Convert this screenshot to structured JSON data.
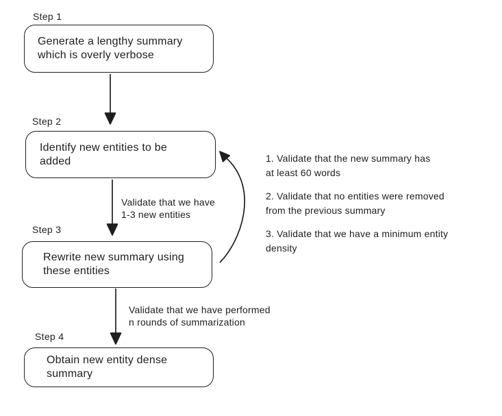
{
  "diagram": {
    "colors": {
      "stroke": "#1e1e1e",
      "background": "#ffffff"
    },
    "steps": [
      {
        "label": "Step 1",
        "text": "Generate a lengthy summary\nwhich is overly verbose"
      },
      {
        "label": "Step 2",
        "text": "Identify new entities to be\nadded"
      },
      {
        "label": "Step 3",
        "text": "Rewrite new summary using\nthese entities"
      },
      {
        "label": "Step 4",
        "text": "Obtain new entity dense\nsummary"
      }
    ],
    "edge_labels": [
      {
        "text": "Validate that we have\n1-3 new entities"
      },
      {
        "text": "Validate that we have performed\nn rounds of summarization"
      }
    ],
    "annotations": [
      "1. Validate that the new summary has\nat least 60 words",
      "2. Validate that no entities were removed\nfrom the previous summary",
      "3. Validate that we have a minimum entity\ndensity"
    ]
  }
}
